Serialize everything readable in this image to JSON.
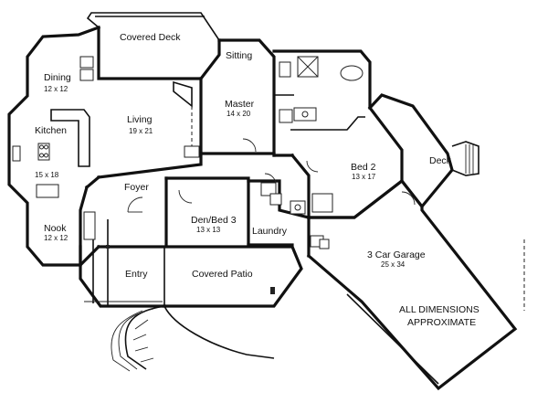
{
  "rooms": {
    "covered_deck_top": {
      "name": "Covered Deck"
    },
    "sitting": {
      "name": "Sitting"
    },
    "dining": {
      "name": "Dining",
      "size": "12 x 12"
    },
    "master": {
      "name": "Master",
      "size": "14 x 20"
    },
    "living": {
      "name": "Living",
      "size": "19 x 21"
    },
    "kitchen": {
      "name": "Kitchen",
      "size": "15 x 18"
    },
    "bed2": {
      "name": "Bed 2",
      "size": "13 x 17"
    },
    "deck": {
      "name": "Deck"
    },
    "foyer": {
      "name": "Foyer"
    },
    "den": {
      "name": "Den/Bed 3",
      "size": "13 x 13"
    },
    "nook": {
      "name": "Nook",
      "size": "12 x 12"
    },
    "laundry": {
      "name": "Laundry"
    },
    "garage": {
      "name": "3 Car Garage",
      "size": "25 x 34"
    },
    "entry": {
      "name": "Entry"
    },
    "covered_patio": {
      "name": "Covered Patio"
    }
  },
  "note": {
    "line1": "ALL DIMENSIONS",
    "line2": "APPROXIMATE"
  }
}
